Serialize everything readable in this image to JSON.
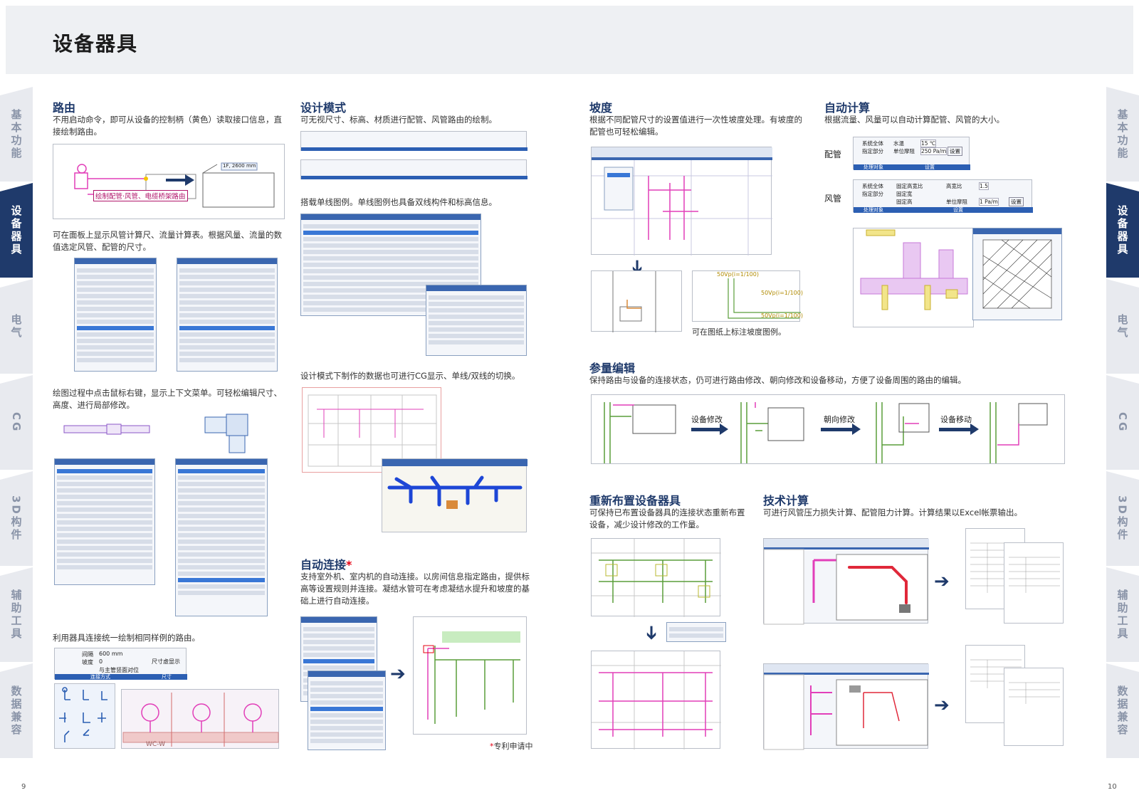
{
  "page": {
    "title": "设备器具",
    "page_left": "9",
    "page_right": "10"
  },
  "tabs": [
    {
      "label": "基本功能",
      "active": false
    },
    {
      "label": "设备器具",
      "active": true
    },
    {
      "label": "电气",
      "active": false
    },
    {
      "label": "CG",
      "active": false
    },
    {
      "label": "3D构件",
      "active": false
    },
    {
      "label": "辅助工具",
      "active": false
    },
    {
      "label": "数据兼容",
      "active": false
    }
  ],
  "routing": {
    "title": "路由",
    "desc": "不用启动命令，即可从设备的控制柄（黄色）读取接口信息，直接绘制路由。",
    "fig_label": "绘制配管·风管、电缆桥架路由",
    "fig_dim": "1F, 2600 mm",
    "panel_text": "可在面板上显示风管计算尺、流量计算表。根据风量、流量的数值选定风管、配管的尺寸。",
    "context_text": "绘图过程中点击鼠标右键，显示上下文菜单。可轻松编辑尺寸、高度、进行局部修改。",
    "fixture_text": "利用器具连接统一绘制相同样例的路由。",
    "ribbon": {
      "spacing_label": "间隔",
      "spacing_value": "600 mm",
      "slope_label": "坡度",
      "slope_value": "0",
      "align_label": "与主管竖面对位",
      "size_toggle": "尺寸虚显示",
      "group_connect": "连接方式",
      "group_size": "尺寸"
    },
    "pipe_tag": "WC-W"
  },
  "design": {
    "title": "设计模式",
    "desc": "可无视尺寸、标高、材质进行配管、风管路由的绘制。",
    "legend_text": "搭载单线图例。单线图例也具备双线构件和标高信息。",
    "switch_text": "设计模式下制作的数据也可进行CG显示、单线/双线的切换。"
  },
  "autoconnect": {
    "title": "自动连接",
    "star": "*",
    "desc": "支持室外机、室内机的自动连接。以房间信息指定路由，提供标高等设置规则并连接。凝结水管可在考虑凝结水提升和坡度的基础上进行自动连接。",
    "patent": "专利申请中"
  },
  "slope": {
    "title": "坡度",
    "desc": "根据不同配管尺寸的设置值进行一次性坡度处理。有坡度的配管也可轻松编辑。",
    "caption": "可在图纸上标注坡度图例。",
    "labels": [
      "50Vp(i=1/100)",
      "50Vp(i=1/100)",
      "50Vp(i=1/100)"
    ]
  },
  "autocalc": {
    "title": "自动计算",
    "desc": "根据流量、风量可以自动计算配管、风管的大小。",
    "pipe_label": "配管",
    "duct_label": "风管",
    "pipe_panel": {
      "opt1": "系统全体",
      "opt2": "指定部分",
      "field1_label": "水温",
      "field1_value": "15 ℃",
      "field2_label": "单位摩阻",
      "field2_value": "250 Pa/m",
      "button": "设置",
      "group1": "处理对象",
      "group2": "设置"
    },
    "duct_panel": {
      "opt1": "系统全体",
      "opt2": "指定部分",
      "r1": "固定高宽比",
      "r2": "固定宽",
      "r3": "固定高",
      "field1_label": "高宽比",
      "field1_value": "1.5",
      "field2_label": "单位摩阻",
      "field2_value": "1 Pa/m",
      "button": "设置",
      "group1": "处理对象",
      "group2": "设置"
    }
  },
  "param": {
    "title": "参量编辑",
    "desc": "保持路由与设备的连接状态，仍可进行路由修改、朝向修改和设备移动，方便了设备周围的路由的编辑。",
    "steps": [
      "设备修改",
      "朝向修改",
      "设备移动"
    ]
  },
  "relayout": {
    "title": "重新布置设备器具",
    "desc": "可保持已布置设备器具的连接状态重新布置设备，减少设计修改的工作量。"
  },
  "techcalc": {
    "title": "技术计算",
    "desc": "可进行风管压力损失计算、配管阻力计算。计算结果以Excel帐票输出。"
  },
  "colors": {
    "accent": "#1f3a6b",
    "pipe_magenta": "#e23fb9",
    "pipe_green": "#5a9e3a",
    "ui_blue": "#2c5fb3",
    "patent_red": "#e60012"
  }
}
